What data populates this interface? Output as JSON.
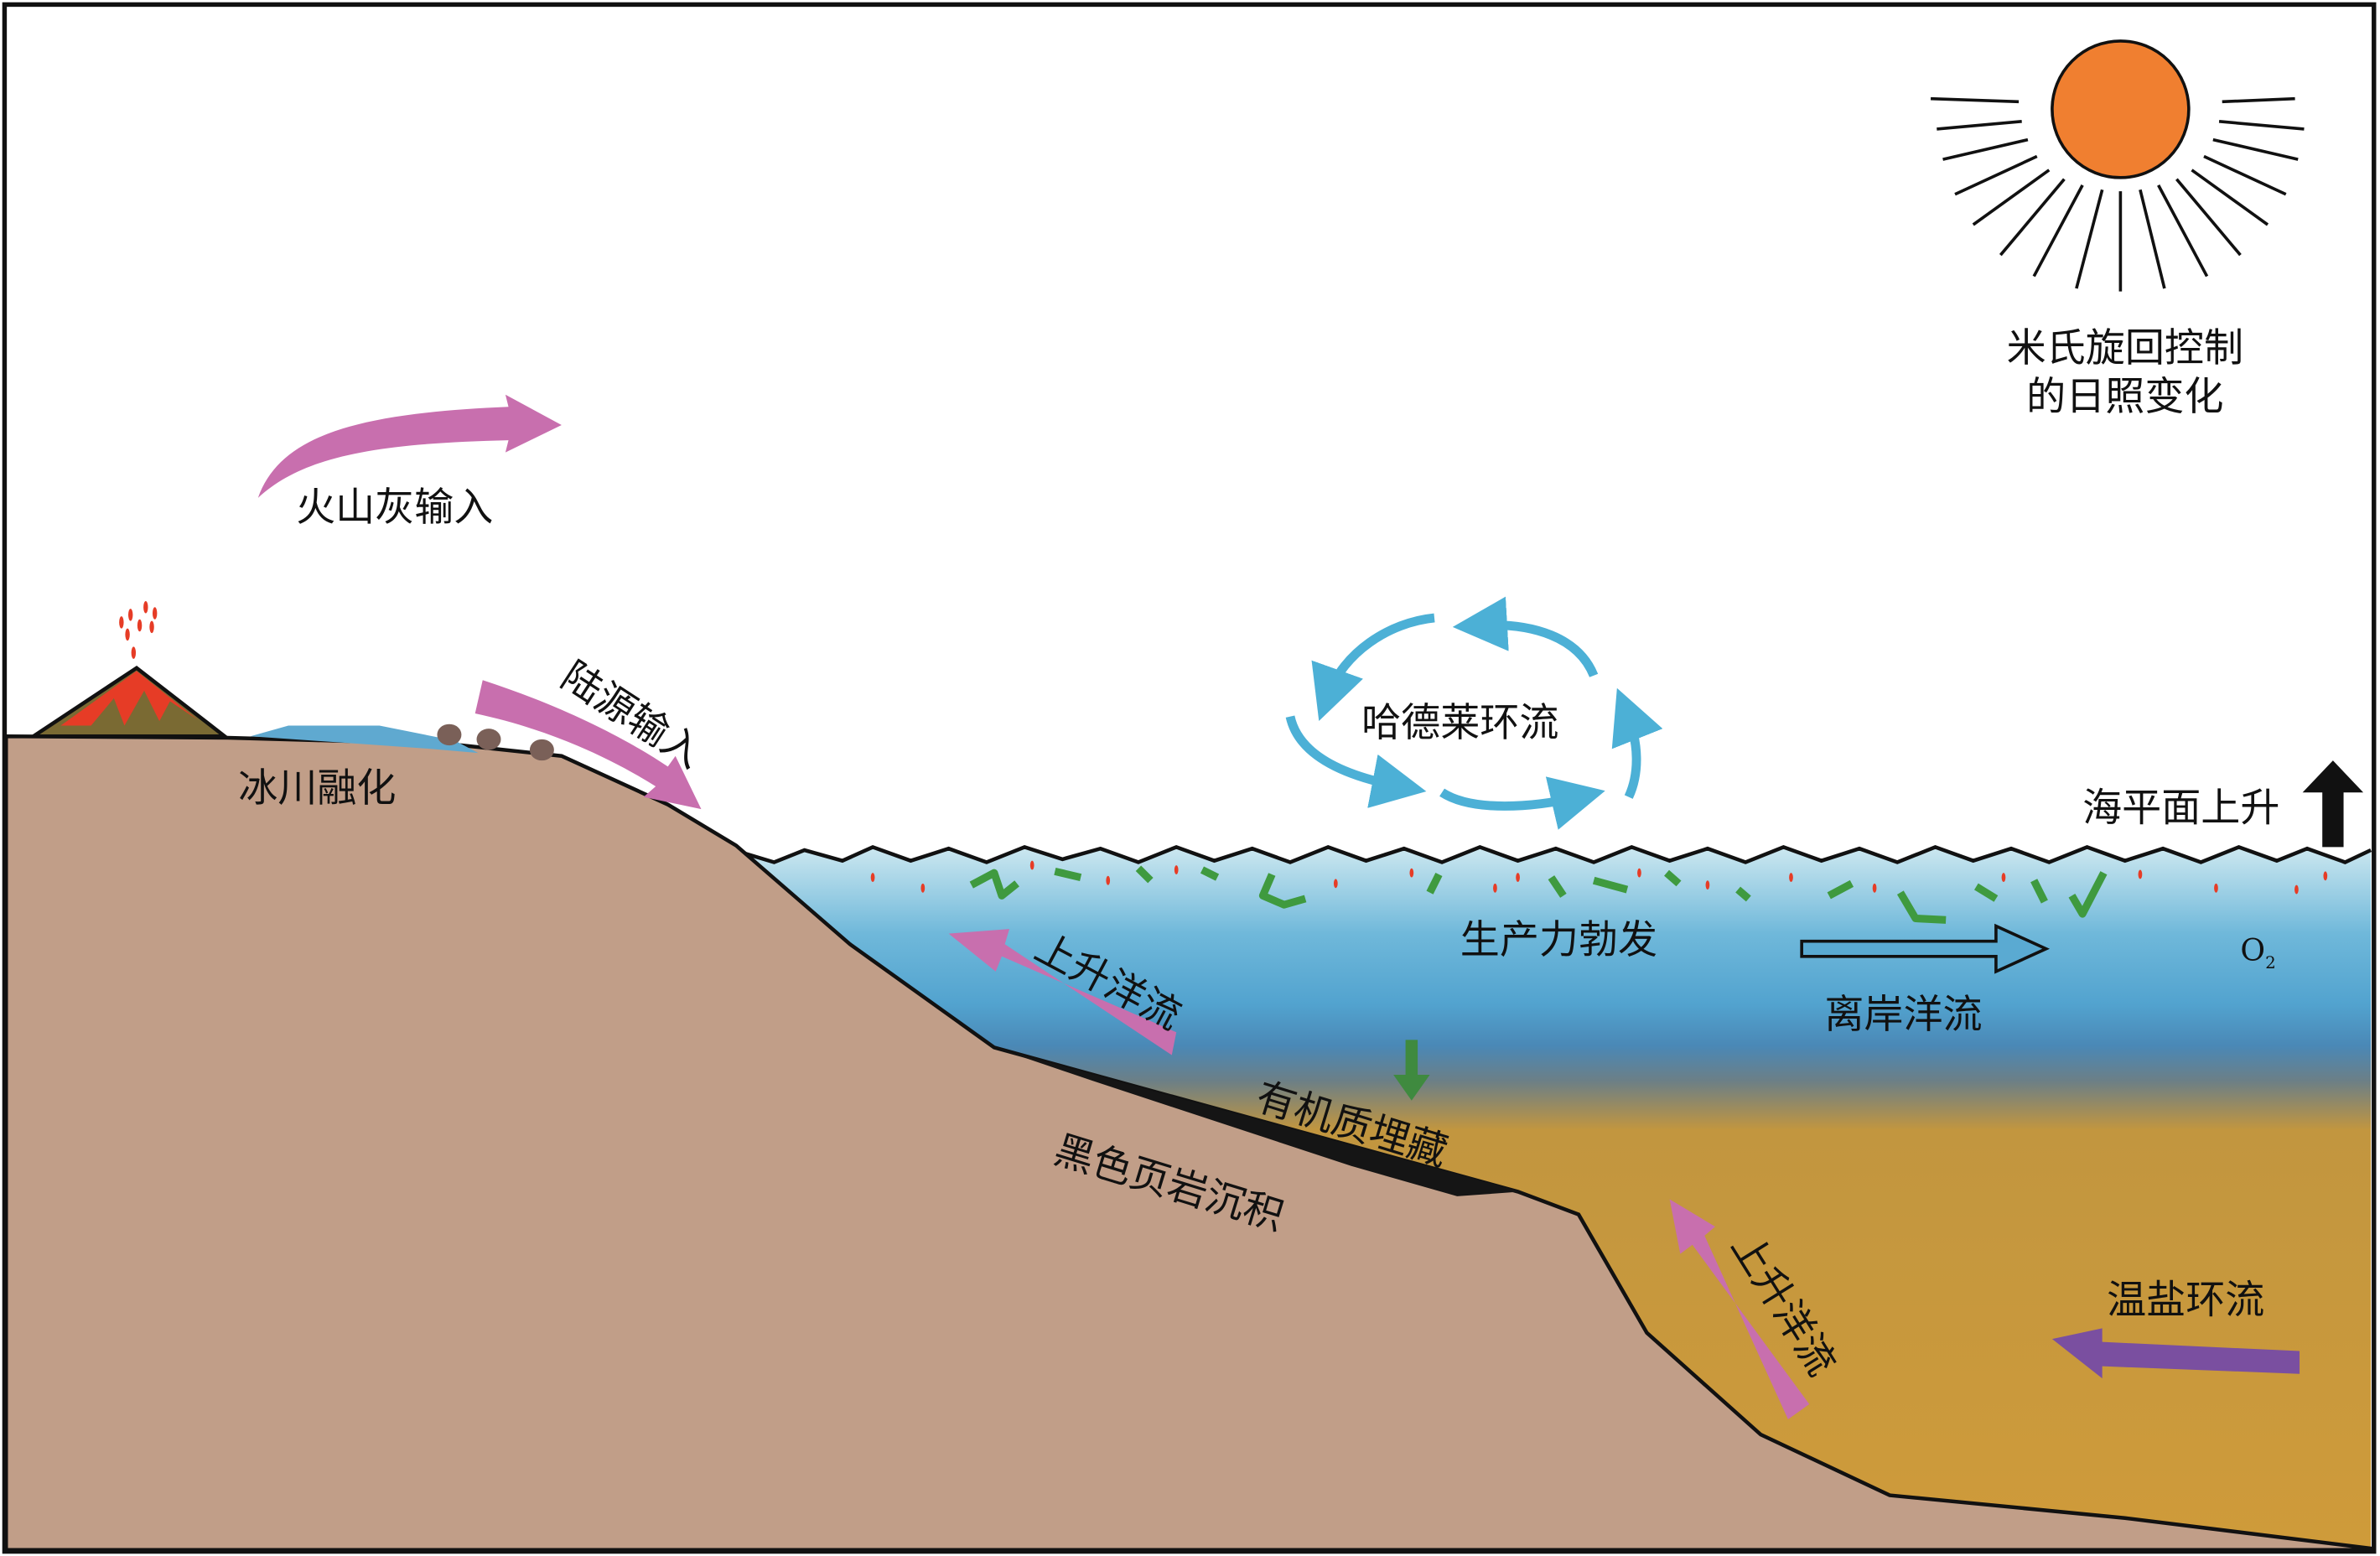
{
  "labels": {
    "milankovitch_line1": "米氏旋回控制",
    "milankovitch_line2": "的日照变化",
    "volcanic_ash": "火山灰输入",
    "terrigenous": "陆源输入",
    "glacier_melt": "冰川融化",
    "hadley": "哈德莱环流",
    "sea_level": "海平面上升",
    "productivity": "生产力勃发",
    "o2": "O",
    "o2_sub": "2",
    "upwelling_shelf": "上升洋流",
    "offshore": "离岸洋流",
    "organic_burial": "有机质埋藏",
    "black_shale": "黑色页岩沉积",
    "upwelling_deep": "上升洋流",
    "thermohaline": "温盐环流"
  },
  "colors": {
    "land": "#c19e88",
    "sun": "#f07f30",
    "pink_arrow": "#c86fae",
    "hadley_arrow": "#4cb0d6",
    "plankton": "#3f9a3f",
    "thermohaline_arrow": "#7a4fa0",
    "deep_water": "#cd9a3c",
    "surface_water": "#5aaad2"
  }
}
